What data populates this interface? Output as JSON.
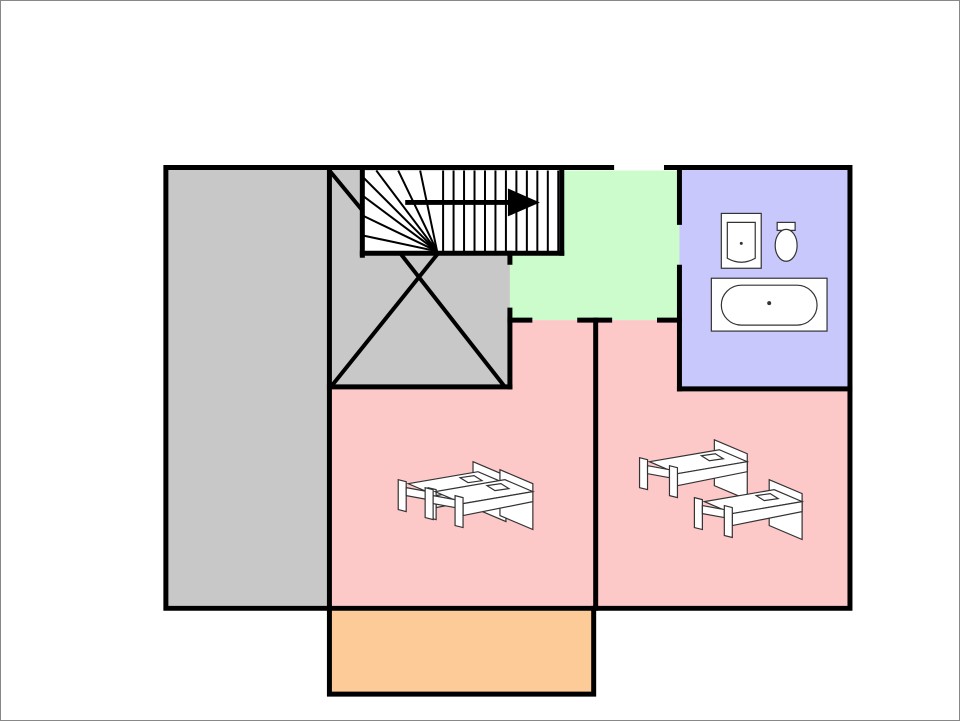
{
  "colors": {
    "unused_area": "#c8c8c8",
    "hall": "#ccfccc",
    "bathroom": "#c8c8fc",
    "bedroom": "#fdc8c8",
    "balcony": "#fdcb98",
    "walls": "#000000"
  },
  "rooms": [
    {
      "id": "left-attic",
      "color_key": "unused_area"
    },
    {
      "id": "stair-void",
      "color_key": "unused_area"
    },
    {
      "id": "hall",
      "color_key": "hall"
    },
    {
      "id": "bathroom",
      "color_key": "bathroom"
    },
    {
      "id": "bedroom-left",
      "color_key": "bedroom",
      "beds": 2
    },
    {
      "id": "bedroom-right",
      "color_key": "bedroom",
      "beds": 2
    },
    {
      "id": "balcony",
      "color_key": "balcony"
    }
  ],
  "icons": [
    "staircase-icon",
    "arrow-right-icon",
    "sink-icon",
    "toilet-icon",
    "bathtub-icon",
    "bed-icon"
  ]
}
